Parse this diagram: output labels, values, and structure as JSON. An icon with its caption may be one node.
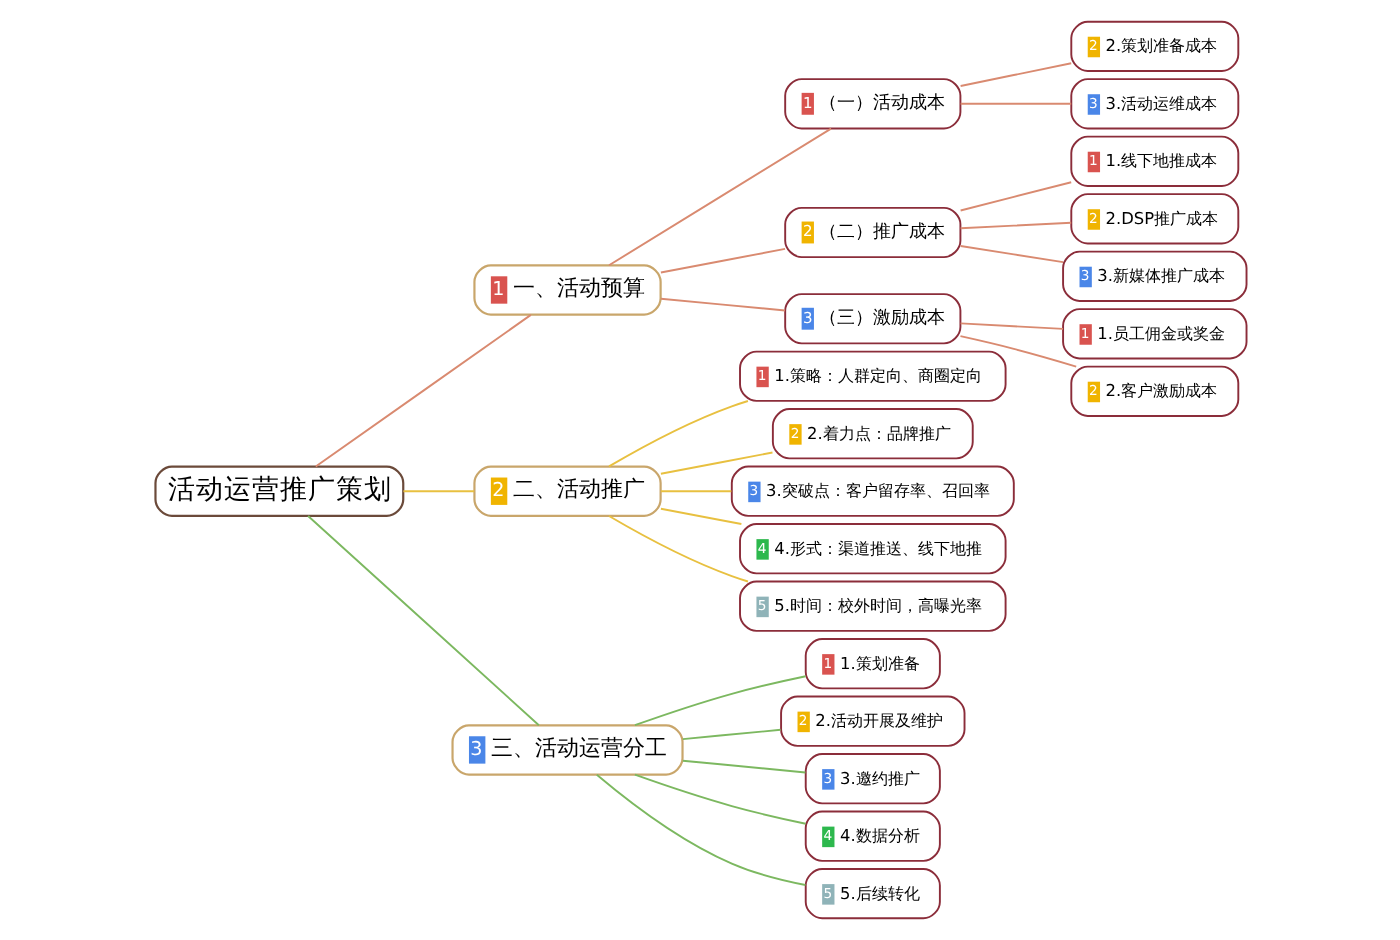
{
  "diagram": {
    "nodes": [
      {
        "text": [
          "活动运营推广策划"
        ]
      },
      {
        "text": [
          "1",
          "一、活动预算"
        ]
      },
      {
        "text": [
          "1",
          "（一）活动成本"
        ]
      },
      {
        "text": [
          "2",
          "2.策划准备成本"
        ]
      },
      {
        "text": [
          "3",
          "3.活动运维成本"
        ]
      },
      {
        "text": [
          "2",
          "（二）推广成本"
        ]
      },
      {
        "text": [
          "1",
          "1.线下地推成本"
        ]
      },
      {
        "text": [
          "2",
          "2.DSP推广成本"
        ]
      },
      {
        "text": [
          "3",
          "3.新媒体推广成本"
        ]
      },
      {
        "text": [
          "3",
          "（三）激励成本"
        ]
      },
      {
        "text": [
          "1",
          "1.员工佣金或奖金"
        ]
      },
      {
        "text": [
          "2",
          "2.客户激励成本"
        ]
      },
      {
        "text": [
          "2",
          "二、活动推广"
        ]
      },
      {
        "text": [
          "1",
          "1.策略：人群定向、商圈定向"
        ]
      },
      {
        "text": [
          "2",
          "2.着力点：品牌推广"
        ]
      },
      {
        "text": [
          "3",
          "3.突破点：客户留存率、召回率"
        ]
      },
      {
        "text": [
          "4",
          "4.形式：渠道推送、线下地推"
        ]
      },
      {
        "text": [
          "5",
          "5.时间：校外时间，高曝光率"
        ]
      },
      {
        "text": [
          "3",
          "三、活动运营分工"
        ]
      },
      {
        "text": [
          "1",
          "1.策划准备"
        ]
      },
      {
        "text": [
          "2",
          "2.活动开展及维护"
        ]
      },
      {
        "text": [
          "3",
          "3.邀约推广"
        ]
      },
      {
        "text": [
          "4",
          "4.数据分析"
        ]
      },
      {
        "text": [
          "5",
          "5.后续转化"
        ]
      }
    ],
    "edges": [
      {
        "from": 0,
        "to": 1,
        "arrow": "none"
      },
      {
        "from": 1,
        "to": 2,
        "arrow": "none"
      },
      {
        "from": 2,
        "to": 3,
        "arrow": "none"
      },
      {
        "from": 2,
        "to": 4,
        "arrow": "none"
      },
      {
        "from": 1,
        "to": 5,
        "arrow": "none"
      },
      {
        "from": 5,
        "to": 6,
        "arrow": "none"
      },
      {
        "from": 5,
        "to": 7,
        "arrow": "none"
      },
      {
        "from": 5,
        "to": 8,
        "arrow": "none"
      },
      {
        "from": 1,
        "to": 9,
        "arrow": "none"
      },
      {
        "from": 9,
        "to": 10,
        "arrow": "none"
      },
      {
        "from": 9,
        "to": 11,
        "arrow": "none"
      },
      {
        "from": 0,
        "to": 12,
        "arrow": "none",
        "color": "#e8c040"
      },
      {
        "from": 12,
        "to": 13,
        "arrow": "none",
        "color": "#e8c040"
      },
      {
        "from": 12,
        "to": 14,
        "arrow": "none",
        "color": "#e8c040"
      },
      {
        "from": 12,
        "to": 15,
        "arrow": "none",
        "color": "#e8c040"
      },
      {
        "from": 12,
        "to": 16,
        "arrow": "none",
        "color": "#e8c040"
      },
      {
        "from": 12,
        "to": 17,
        "arrow": "none",
        "color": "#e8c040"
      },
      {
        "from": 0,
        "to": 18,
        "arrow": "none",
        "color": "#7cb860"
      },
      {
        "from": 18,
        "to": 19,
        "arrow": "none",
        "color": "#7cb860"
      },
      {
        "from": 18,
        "to": 20,
        "arrow": "none",
        "color": "#7cb860"
      },
      {
        "from": 18,
        "to": 21,
        "arrow": "none",
        "color": "#7cb860"
      },
      {
        "from": 18,
        "to": 22,
        "arrow": "none",
        "color": "#7cb860"
      },
      {
        "from": 18,
        "to": 23,
        "arrow": "none",
        "color": "#7cb860"
      }
    ]
  }
}
